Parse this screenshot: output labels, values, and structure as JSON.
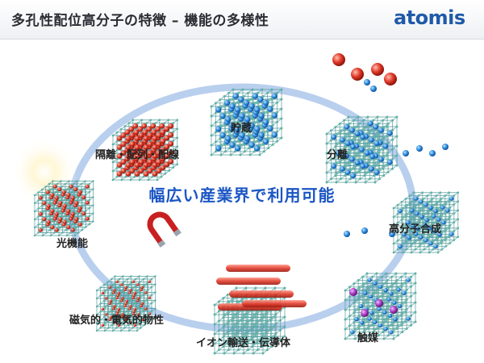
{
  "header": {
    "title": "多孔性配位高分子の特徴 – 機能の多様性",
    "logo_text": "atomis"
  },
  "center_text": "幅広い産業界で利用可能",
  "functions": [
    {
      "id": "storage",
      "label": "貯蔵"
    },
    {
      "id": "separation",
      "label": "分離"
    },
    {
      "id": "polymer",
      "label": "高分子合成"
    },
    {
      "id": "catalyst",
      "label": "触媒"
    },
    {
      "id": "ion",
      "label": "イオン輸送・伝導体"
    },
    {
      "id": "magnetic",
      "label": "磁気的・電気的物性"
    },
    {
      "id": "optical",
      "label": "光機能"
    },
    {
      "id": "alignment",
      "label": "隔離・配列・配線"
    }
  ],
  "colors": {
    "title": "#2a2d33",
    "accent": "#1b56c4",
    "logo": "#1f5aa8",
    "ring": "#b9cfee",
    "lattice": "#4f9a9a",
    "node": "#5fb0a5",
    "blue_ball": "#2f8fe0",
    "red_ball": "#e03a2a",
    "purple_ball": "#b040c8",
    "magnet": "#c82020"
  }
}
